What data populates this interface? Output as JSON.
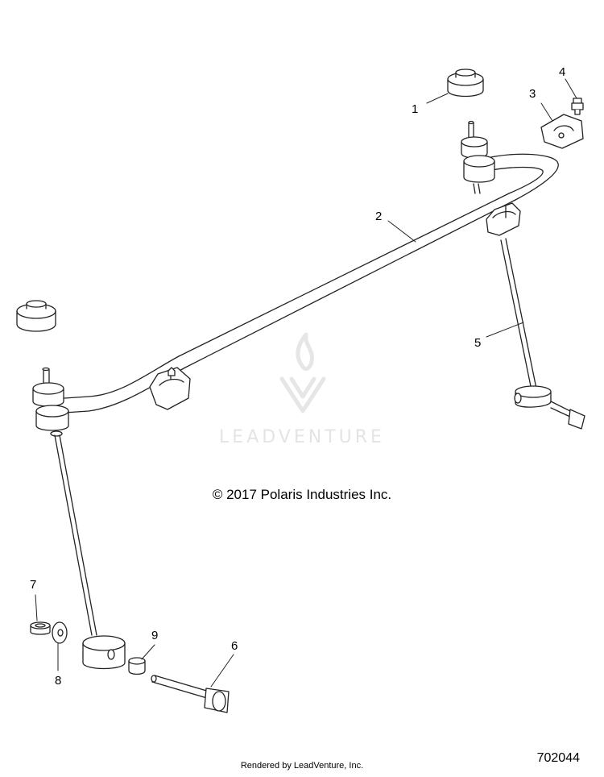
{
  "callouts": {
    "c1": "1",
    "c2": "2",
    "c3": "3",
    "c4": "4",
    "c5": "5",
    "c6": "6",
    "c7": "7",
    "c8": "8",
    "c9": "9"
  },
  "copyright": "© 2017 Polaris Industries Inc.",
  "watermark": "LEADVENTURE",
  "footer": "Rendered by LeadVenture, Inc.",
  "diagram_id": "702044",
  "colors": {
    "line": "#222222",
    "watermark": "#e4e4e4"
  }
}
